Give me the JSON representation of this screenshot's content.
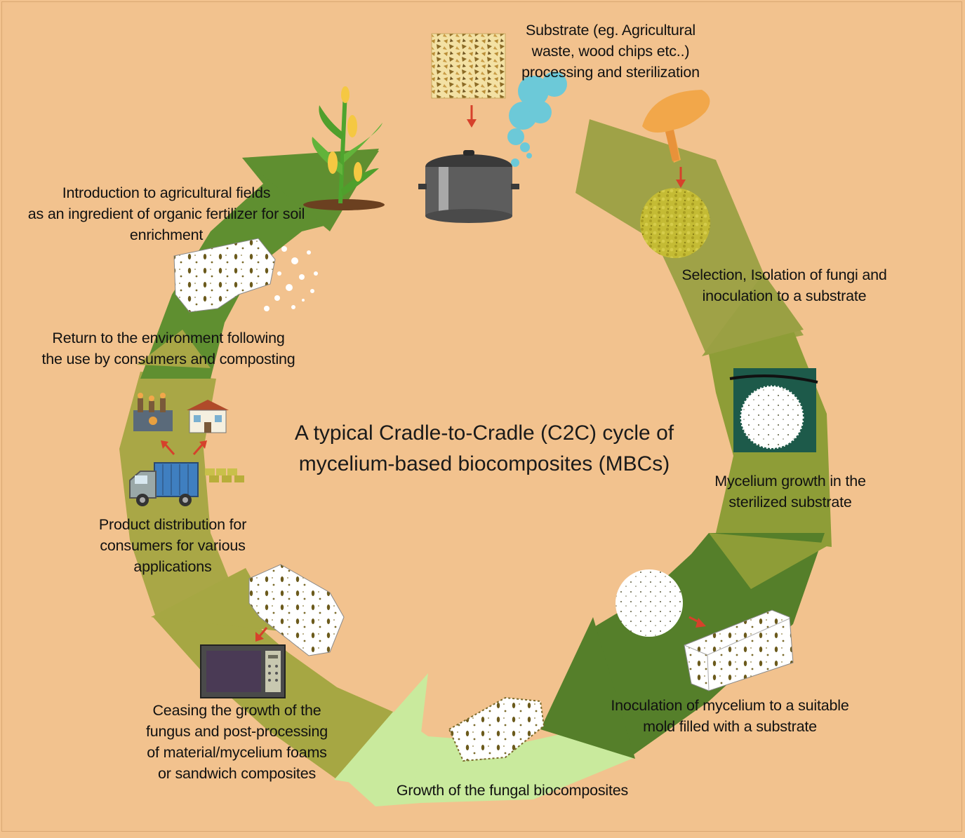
{
  "title": "A typical Cradle-to-Cradle (C2C) cycle of\nmycelium-based biocomposites (MBCs)",
  "stages": [
    {
      "id": "substrate",
      "label": "Substrate (eg. Agricultural\nwaste, wood chips etc..)\nprocessing and sterilization"
    },
    {
      "id": "selection",
      "label": "Selection, Isolation of fungi and\ninoculation to a substrate"
    },
    {
      "id": "mycelium_growth",
      "label": "Mycelium growth in the\nsterilized substrate"
    },
    {
      "id": "inoculation_mold",
      "label": "Inoculation of mycelium to a suitable\nmold filled with a substrate"
    },
    {
      "id": "fungal_growth",
      "label": "Growth of the fungal biocomposites"
    },
    {
      "id": "ceasing",
      "label": "Ceasing the growth of the\nfungus and post-processing\nof material/mycelium foams\nor sandwich composites"
    },
    {
      "id": "distribution",
      "label": "Product distribution for\nconsumers for various\napplications"
    },
    {
      "id": "return",
      "label": "Return to the environment following\nthe use by consumers and composting"
    },
    {
      "id": "introduction",
      "label": "Introduction to agricultural fields\nas an ingredient of organic fertilizer for soil\nenrichment"
    }
  ],
  "colors": {
    "background": "#f2c28e",
    "arrow_olive": "#8f9e3a",
    "arrow_green": "#5d8a2f",
    "arrow_dark": "#4e7a28",
    "arrow_light": "#c8e89a",
    "arrow_mid": "#a8a844",
    "pointer_red": "#d6412b"
  },
  "icons": [
    "substrate-chips-icon",
    "steam-icon",
    "cooking-pot-icon",
    "corn-plant-icon",
    "mushroom-icon",
    "fungal-culture-icon",
    "petri-mycelium-icon",
    "mycelium-ball-icon",
    "mold-block-icon",
    "fungal-biocomposite-icon",
    "microwave-icon",
    "foam-block-icon",
    "factory-icon",
    "house-icon",
    "truck-icon",
    "product-pallet-icon",
    "decomposing-block-icon"
  ]
}
